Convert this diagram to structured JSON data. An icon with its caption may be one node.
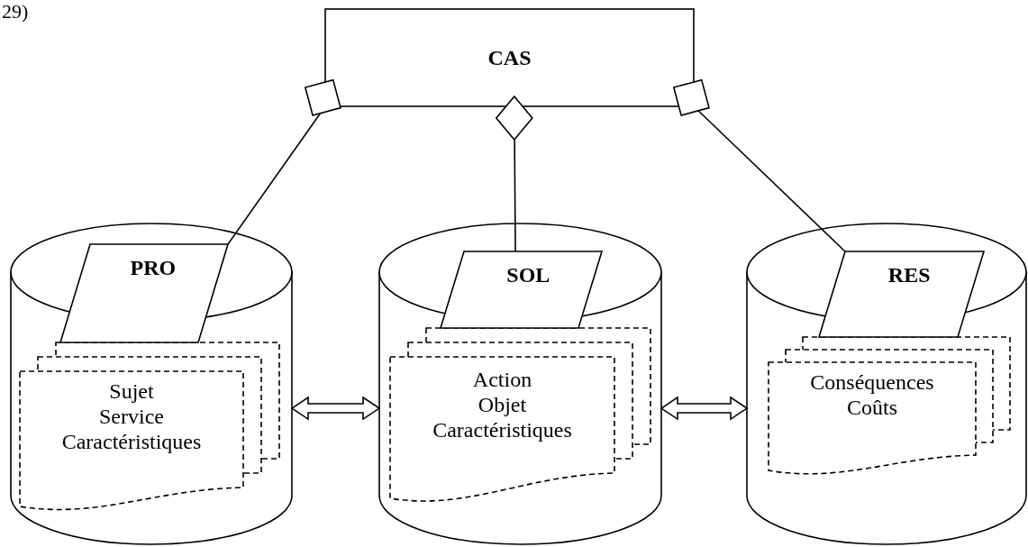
{
  "diagram": {
    "nodes": [
      {
        "text": [
          "CAS"
        ]
      },
      {
        "text": [],
        "shape": "cylinder"
      },
      {
        "text": [
          "PRO"
        ]
      },
      {
        "text": [
          "Sujet",
          "Service",
          "Caractéristiques"
        ],
        "in": 1
      },
      {
        "text": [],
        "shape": "cylinder"
      },
      {
        "text": [
          "SOL"
        ]
      },
      {
        "text": [
          "Action",
          "Objet",
          "Caractéristiques"
        ],
        "in": 4
      },
      {
        "text": [],
        "shape": "cylinder"
      },
      {
        "text": [
          "RES"
        ]
      },
      {
        "text": [
          "Conséquences",
          "Coûts"
        ],
        "in": 7
      }
    ],
    "edges": [
      {
        "from": 0,
        "to": 2,
        "arrow": "other"
      },
      {
        "from": 0,
        "to": 5,
        "arrow": "other"
      },
      {
        "from": 0,
        "to": 8,
        "arrow": "other"
      },
      {
        "from": 1,
        "to": 4,
        "arrow": "both",
        "style": "thick"
      },
      {
        "from": 4,
        "to": 7,
        "arrow": "both",
        "style": "thick"
      }
    ],
    "labels": [
      "29)"
    ]
  }
}
